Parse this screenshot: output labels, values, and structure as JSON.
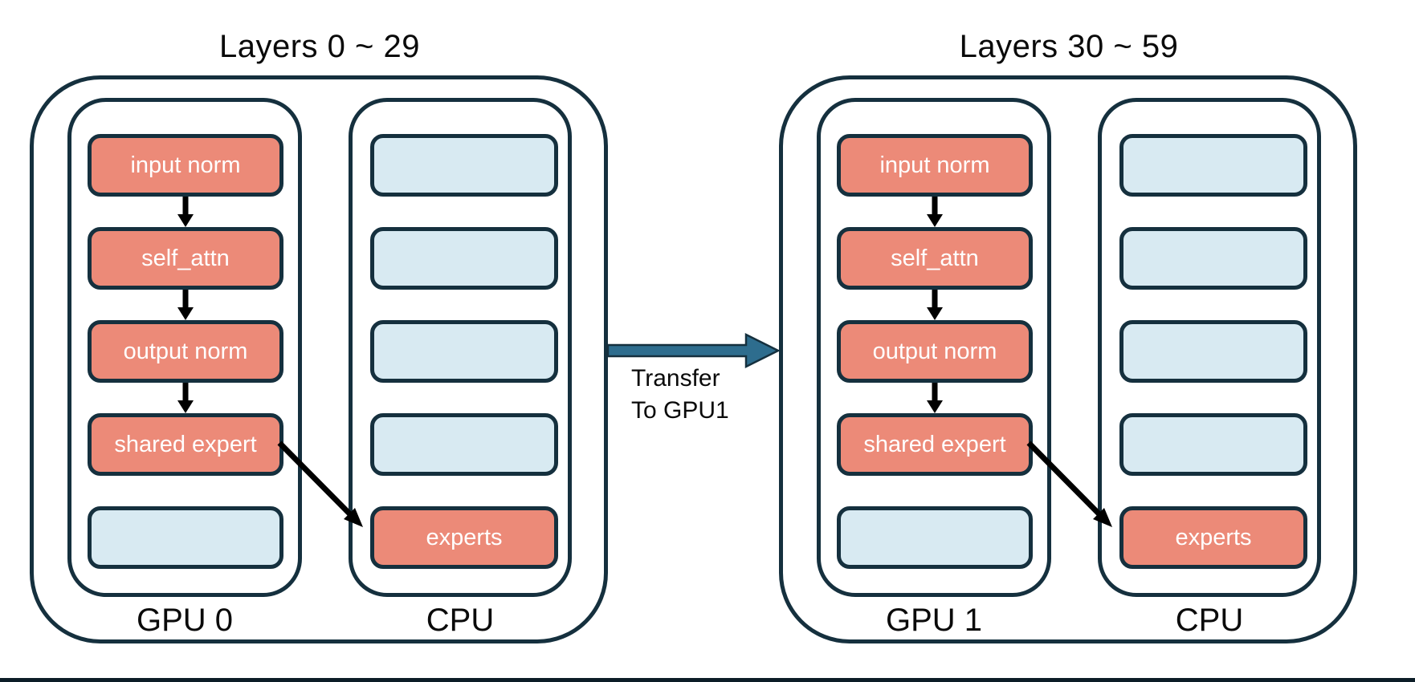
{
  "diagram": {
    "groups": [
      {
        "title": "Layers 0 ~ 29",
        "gpu": {
          "label": "GPU 0",
          "boxes": [
            {
              "label": "input norm",
              "type": "active"
            },
            {
              "label": "self_attn",
              "type": "active"
            },
            {
              "label": "output norm",
              "type": "active"
            },
            {
              "label": "shared expert",
              "type": "active"
            },
            {
              "label": "",
              "type": "empty"
            }
          ]
        },
        "cpu": {
          "label": "CPU",
          "boxes": [
            {
              "label": "",
              "type": "empty"
            },
            {
              "label": "",
              "type": "empty"
            },
            {
              "label": "",
              "type": "empty"
            },
            {
              "label": "",
              "type": "empty"
            },
            {
              "label": "experts",
              "type": "active"
            }
          ]
        }
      },
      {
        "title": "Layers 30 ~ 59",
        "gpu": {
          "label": "GPU 1",
          "boxes": [
            {
              "label": "input norm",
              "type": "active"
            },
            {
              "label": "self_attn",
              "type": "active"
            },
            {
              "label": "output norm",
              "type": "active"
            },
            {
              "label": "shared expert",
              "type": "active"
            },
            {
              "label": "",
              "type": "empty"
            }
          ]
        },
        "cpu": {
          "label": "CPU",
          "boxes": [
            {
              "label": "",
              "type": "empty"
            },
            {
              "label": "",
              "type": "empty"
            },
            {
              "label": "",
              "type": "empty"
            },
            {
              "label": "",
              "type": "empty"
            },
            {
              "label": "experts",
              "type": "active"
            }
          ]
        }
      }
    ],
    "transfer": {
      "line1": "Transfer",
      "line2": "To GPU1"
    },
    "colors": {
      "outline": "#15303e",
      "module_fill": "#ec8a78",
      "empty_slot_fill": "#d8eaf2",
      "transfer_arrow_fill": "#2e6d8e",
      "flow_arrow": "#000000",
      "module_text": "#ffffff",
      "label_text": "#0a0a0a",
      "bottom_bar": "#0c1d27"
    }
  }
}
